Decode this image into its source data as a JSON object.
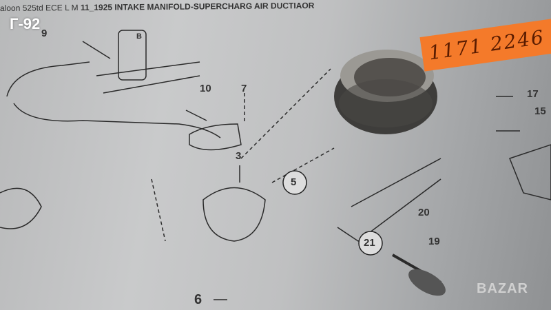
{
  "header": {
    "prefix": "aloon 525td ECE  L M ",
    "title": "11_1925 INTAKE MANIFOLD-SUPERCHARG AIR DUCTIAOR"
  },
  "watermarks": {
    "top_left": "Г-92",
    "bottom_right": "BAZAR"
  },
  "sticker": {
    "text": "1171 2246",
    "color": "#f47a2a"
  },
  "callouts": {
    "c9": "9",
    "c10": "10",
    "c7": "7",
    "c3": "3",
    "c5": "5",
    "c17": "17",
    "c15": "15",
    "c20": "20",
    "c21": "21",
    "c19": "19",
    "c6": "6",
    "cB": "B"
  }
}
